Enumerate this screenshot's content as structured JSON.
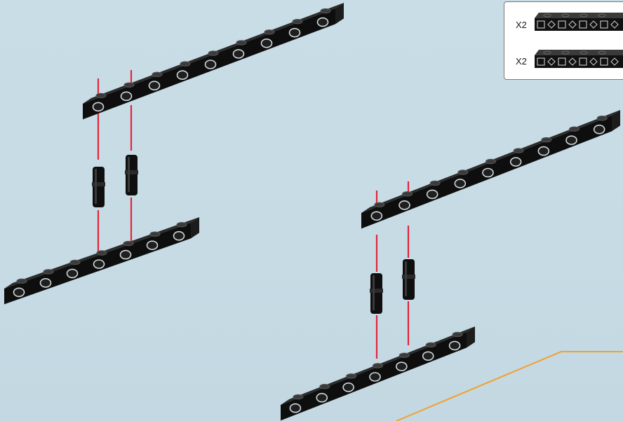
{
  "parts_list": {
    "items": [
      {
        "quantity_label": "X2",
        "icon": "black-beam-long-icon"
      },
      {
        "quantity_label": "X2",
        "icon": "black-beam-long-icon"
      }
    ]
  },
  "colors": {
    "background": "#c7dce5",
    "beam": "#111111",
    "beam_top": "#2c2c2c",
    "hole_ring": "#cfd7db",
    "guide_line": "#e3253a",
    "orange_line": "#f0a030",
    "pin": "#0f0f0f"
  },
  "assemblies": [
    {
      "beams": [
        "black-beam-long-icon",
        "black-beam-short-icon"
      ],
      "pins": 2
    },
    {
      "beams": [
        "black-beam-long-icon",
        "black-beam-short-icon"
      ],
      "pins": 2
    }
  ]
}
